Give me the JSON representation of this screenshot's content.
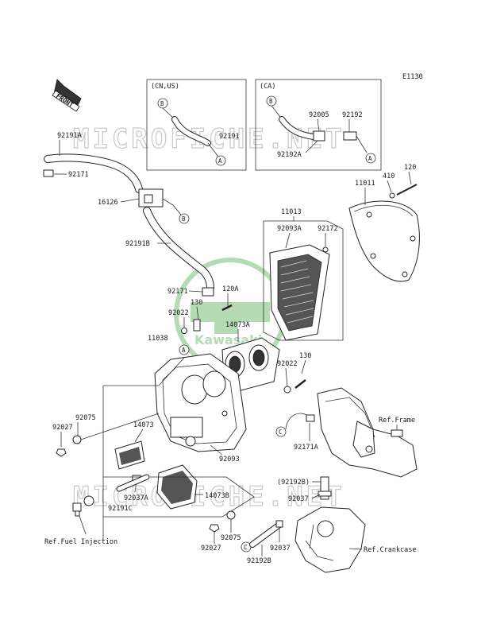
{
  "figure_code": "E1130",
  "front_label": "FRONT",
  "watermark": {
    "top": "MICROFICHE.NET",
    "bottom": "MICROFICHE.NET",
    "center": "Kawasaki"
  },
  "variant_boxes": [
    {
      "label": "(CN,US)",
      "parts": [
        "92191"
      ],
      "refs": [
        "B",
        "A"
      ]
    },
    {
      "label": "(CA)",
      "parts": [
        "92005",
        "92192",
        "92192A"
      ],
      "refs": [
        "B",
        "A"
      ]
    }
  ],
  "reference_letters": [
    "A",
    "B",
    "C"
  ],
  "part_labels": {
    "p92191A": "92191A",
    "p92171a": "92171",
    "p16126": "16126",
    "p92191B": "92191B",
    "p92191": "92191",
    "p92005": "92005",
    "p92192": "92192",
    "p92192A": "92192A",
    "p120": "120",
    "p410": "410",
    "p11011": "11011",
    "p11013": "11013",
    "p92093A": "92093A",
    "p92172": "92172",
    "p92171b": "92171",
    "p120A": "120A",
    "p130a": "130",
    "p92022a": "92022",
    "p14073A": "14073A",
    "p11038": "11038",
    "p92022b": "92022",
    "p130b": "130",
    "p92075a": "92075",
    "p92027a": "92027",
    "p14073": "14073",
    "p92093": "92093",
    "p92171A": "92171A",
    "p92037A": "92037A",
    "p14073B": "14073B",
    "p92191C": "92191C",
    "p92192B_paren": "(92192B)",
    "p92037a": "92037",
    "p92027b": "92027",
    "p92075b": "92075",
    "p92037b": "92037",
    "p92192B": "92192B"
  },
  "references": {
    "frame": "Ref.Frame",
    "fuel_injection": "Ref.Fuel Injection",
    "crankcase": "Ref.Crankcase"
  }
}
